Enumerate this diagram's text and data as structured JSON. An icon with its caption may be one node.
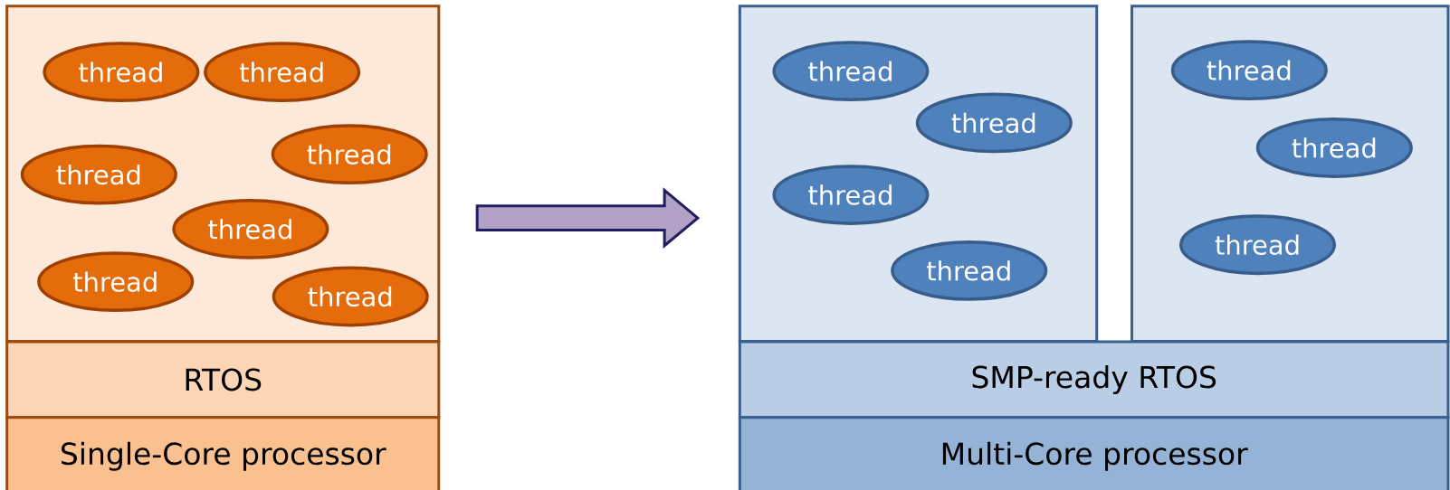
{
  "diagram": {
    "nodes": [
      {
        "text": [],
        "shape": "box"
      },
      {
        "text": [
          "thread"
        ],
        "in": 0
      },
      {
        "text": [
          "thread"
        ],
        "in": 0
      },
      {
        "text": [
          "thread"
        ],
        "in": 0
      },
      {
        "text": [
          "thread"
        ],
        "in": 0
      },
      {
        "text": [
          "thread"
        ],
        "in": 0
      },
      {
        "text": [
          "thread"
        ],
        "in": 0
      },
      {
        "text": [
          "thread"
        ],
        "in": 0
      },
      {
        "text": [
          "RTOS"
        ]
      },
      {
        "text": [
          "Single-Core processor"
        ]
      },
      {
        "text": [],
        "shape": "box"
      },
      {
        "text": [
          "thread"
        ],
        "in": 10
      },
      {
        "text": [
          "thread"
        ],
        "in": 10
      },
      {
        "text": [
          "thread"
        ],
        "in": 10
      },
      {
        "text": [
          "thread"
        ],
        "in": 10
      },
      {
        "text": [],
        "shape": "box"
      },
      {
        "text": [
          "thread"
        ],
        "in": 15
      },
      {
        "text": [
          "thread"
        ],
        "in": 15
      },
      {
        "text": [
          "thread"
        ],
        "in": 15
      },
      {
        "text": [
          "SMP-ready RTOS"
        ]
      },
      {
        "text": [
          "Multi-Core processor"
        ]
      }
    ],
    "edges": [
      {
        "from": 0,
        "to": 10,
        "arrow": "to"
      }
    ]
  }
}
